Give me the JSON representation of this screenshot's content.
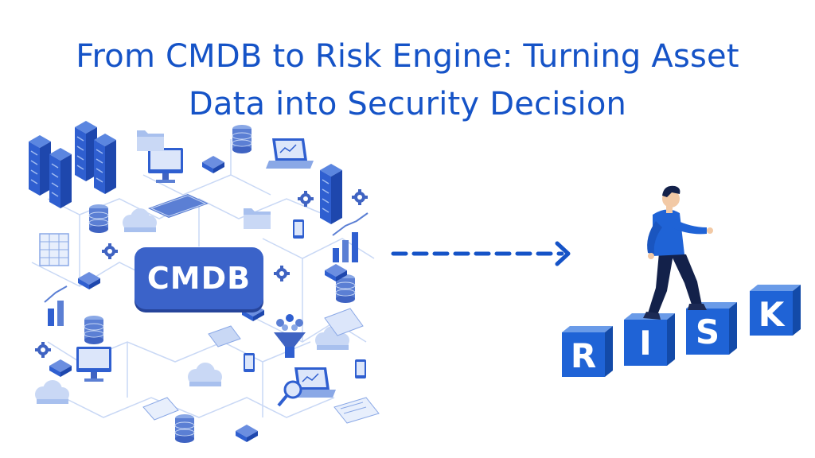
{
  "title": {
    "line1": "From CMDB to Risk Engine: Turning Asset",
    "line2": "Data into Security Decision"
  },
  "cmdb_label": "CMDB",
  "risk_letters": [
    "R",
    "I",
    "S",
    "K"
  ],
  "colors": {
    "title": "#1553c7",
    "primary_blue": "#2f5fd0",
    "light_blue": "#c9d8f5",
    "dark_navy": "#13214a",
    "arrow": "#1553c7"
  },
  "icons": [
    "server-rack-icon",
    "laptop-icon",
    "monitor-icon",
    "database-icon",
    "cloud-icon",
    "gear-icon",
    "folder-icon",
    "bar-chart-icon",
    "funnel-icon",
    "smartphone-icon"
  ]
}
